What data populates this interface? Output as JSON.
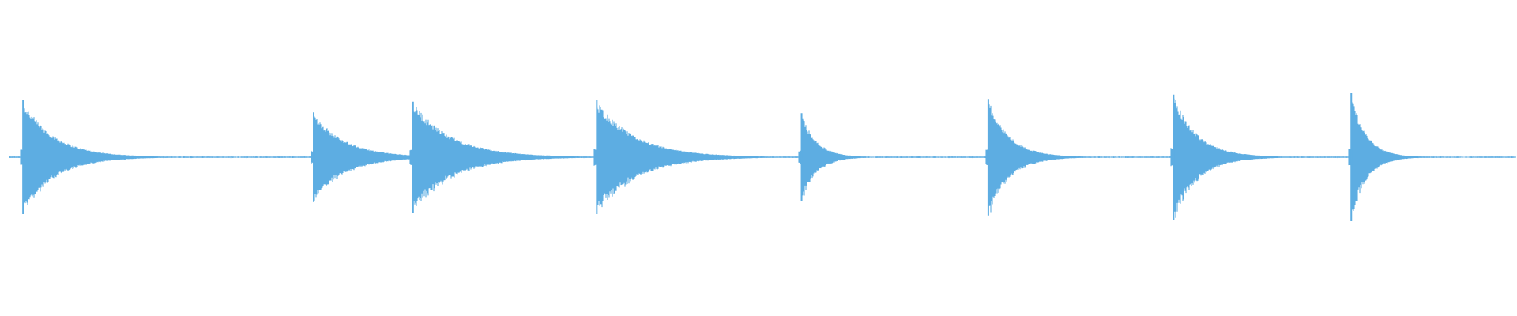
{
  "waveform": {
    "color": "#5dade2",
    "background": "#ffffff",
    "peak_max": 1.0,
    "transients": [
      {
        "onset": 0.009,
        "amplitude": 0.8,
        "decay": 0.021
      },
      {
        "onset": 0.202,
        "amplitude": 0.63,
        "decay": 0.021
      },
      {
        "onset": 0.268,
        "amplitude": 0.78,
        "decay": 0.026
      },
      {
        "onset": 0.39,
        "amplitude": 0.8,
        "decay": 0.026
      },
      {
        "onset": 0.526,
        "amplitude": 0.62,
        "decay": 0.01
      },
      {
        "onset": 0.65,
        "amplitude": 0.82,
        "decay": 0.014
      },
      {
        "onset": 0.773,
        "amplitude": 0.88,
        "decay": 0.016
      },
      {
        "onset": 0.891,
        "amplitude": 0.9,
        "decay": 0.01
      }
    ],
    "noise_floor": 0.012
  }
}
